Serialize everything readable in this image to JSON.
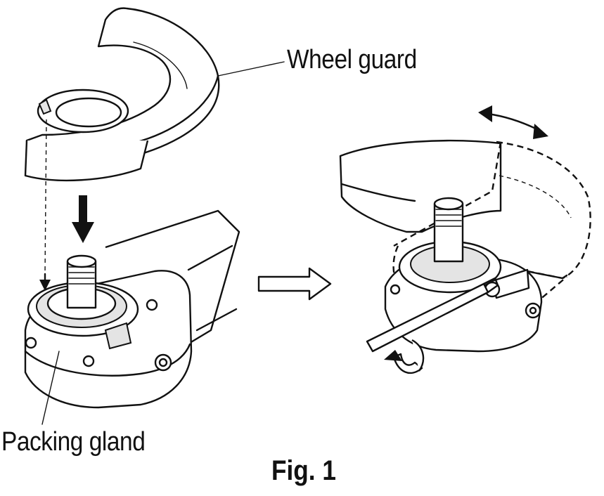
{
  "labels": {
    "wheel_guard": "Wheel guard",
    "packing_gland": "Packing gland",
    "caption": "Fig. 1"
  },
  "colors": {
    "ink": "#111111",
    "background": "#ffffff",
    "shade": "#e4e4e4"
  },
  "icons": {
    "arrow_down": "down-arrow-icon",
    "arrow_right": "right-arrow-icon",
    "arrow_double": "double-headed-arrow-icon",
    "arrow_rotate": "rotation-arrow-icon"
  }
}
